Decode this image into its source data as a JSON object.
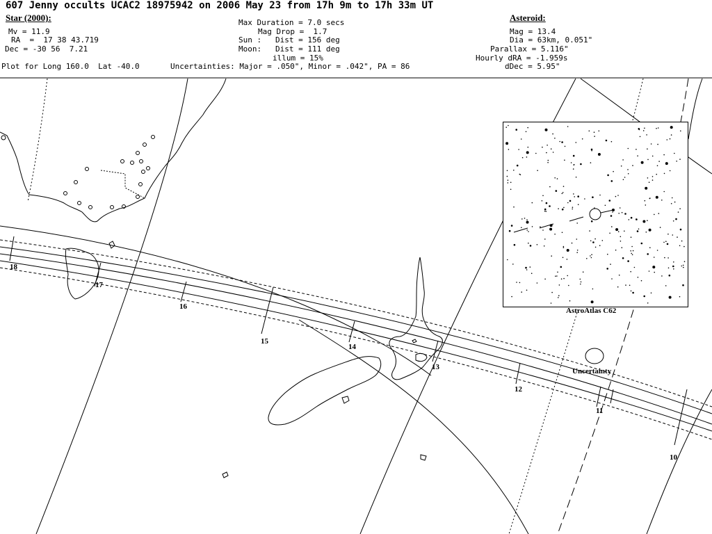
{
  "title": "607 Jenny occults UCAC2 18975942 on 2006 May 23 from 17h 9m to 17h 33m UT",
  "star": {
    "header": "Star (2000):",
    "mv": "Mv = 11.9",
    "ra": "RA  =  17 38 43.719",
    "dec": "Dec = -30 56  7.21"
  },
  "event": {
    "max_duration": "Max Duration = 7.0 secs",
    "mag_drop": "Mag Drop =  1.7",
    "sun": "Sun :   Dist = 156 deg",
    "moon": "Moon:   Dist = 111 deg",
    "illum": "illum = 15%"
  },
  "asteroid": {
    "header": "Asteroid:",
    "mag": "Mag = 13.4",
    "dia": "Dia = 63km, 0.051\"",
    "parallax": "Parallax = 5.116\"",
    "hourly_dra": "Hourly dRA = -1.959s",
    "ddec": "dDec = 5.95\""
  },
  "plot_for": "Plot for Long 160.0  Lat -40.0",
  "uncertainties": "Uncertainties: Major = .050\", Minor = .042\", PA = 86",
  "inset_label": "AstroAtlas C62",
  "uncertainty_label": "Uncertainty",
  "time_labels": [
    "18",
    "17",
    "16",
    "15",
    "14",
    "13",
    "12",
    "11",
    "10"
  ]
}
